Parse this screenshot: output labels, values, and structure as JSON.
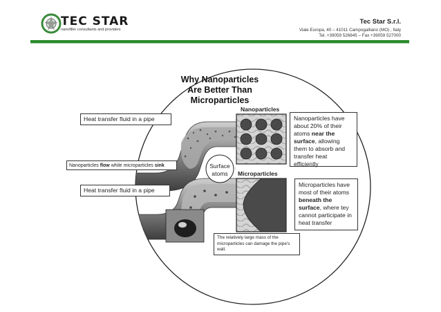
{
  "header": {
    "logo_text": "TEC STAR",
    "logo_tagline": "nanofiller consultants and providers",
    "company_name": "Tec Star S.r.l.",
    "address_line": "Viale Europa, 40 – 41011 Campogalliano (MO) , Italy",
    "phone_line": "Tel. +39059 526845 – Fax +39059 527000",
    "accent_color": "#2a8a2a"
  },
  "figure": {
    "title_line1": "Why Nanoparticles",
    "title_line2": "Are Better Than",
    "title_line3": "Microparticles",
    "nanoparticles_heading": "Nanoparticles",
    "microparticles_heading": "Microparticles",
    "pipe_label_top": "Heat transfer fluid in a pipe",
    "pipe_label_bottom": "Heat transfer fluid in a pipe",
    "flow_label_pre": "Nanoparticles ",
    "flow_label_flow": "flow",
    "flow_label_mid": " while microparticles ",
    "flow_label_sink": "sink",
    "surface_atoms_line1": "Surface",
    "surface_atoms_line2": "atoms",
    "nano_desc_pre": "Nanoparticles have about 20% of their atoms ",
    "nano_desc_bold1": "near the",
    "nano_desc_bold2": "surface",
    "nano_desc_post": ", allowing them to absorb and transfer heat efficiently",
    "micro_desc_pre": "Microparticles have most of their atoms ",
    "micro_desc_bold1": "beneath the",
    "micro_desc_bold2": "surface",
    "micro_desc_post": ", where tey cannot participate in heat transfer",
    "mass_note": "The relatively large mass of the microparticles can damage the pipe's wall."
  }
}
